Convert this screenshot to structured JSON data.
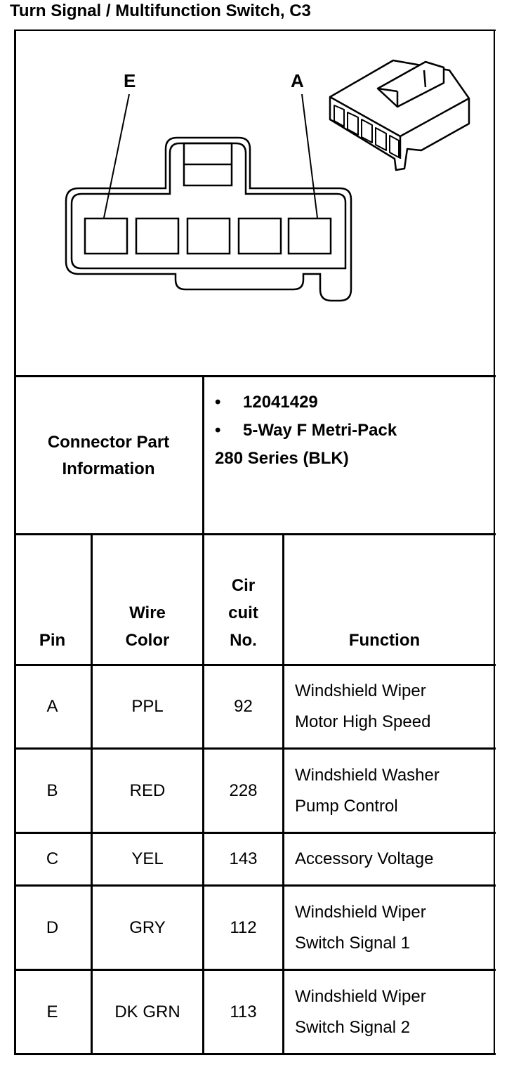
{
  "title": "Turn Signal / Multifunction Switch, C3",
  "diagram": {
    "pin_label_left": "E",
    "pin_label_right": "A"
  },
  "connector_info": {
    "label_line1": "Connector Part",
    "label_line2": "Information",
    "bullet": "•",
    "part_number": "12041429",
    "description_line1": "5-Way F Metri-Pack",
    "description_line2": "280 Series (BLK)"
  },
  "table": {
    "headers": {
      "pin": "Pin",
      "wire_color_line1": "Wire",
      "wire_color_line2": "Color",
      "circuit_line1": "Cir",
      "circuit_line2": "cuit",
      "circuit_line3": "No.",
      "function": "Function"
    },
    "rows": [
      {
        "pin": "A",
        "wire_color": "PPL",
        "circuit": "92",
        "function_line1": "Windshield Wiper",
        "function_line2": "Motor High Speed"
      },
      {
        "pin": "B",
        "wire_color": "RED",
        "circuit": "228",
        "function_line1": "Windshield Washer",
        "function_line2": "Pump Control"
      },
      {
        "pin": "C",
        "wire_color": "YEL",
        "circuit": "143",
        "function_line1": "Accessory Voltage",
        "function_line2": ""
      },
      {
        "pin": "D",
        "wire_color": "GRY",
        "circuit": "112",
        "function_line1": "Windshield Wiper",
        "function_line2": "Switch Signal 1"
      },
      {
        "pin": "E",
        "wire_color": "DK GRN",
        "circuit": "113",
        "function_line1": "Windshield Wiper",
        "function_line2": "Switch Signal 2"
      }
    ]
  }
}
